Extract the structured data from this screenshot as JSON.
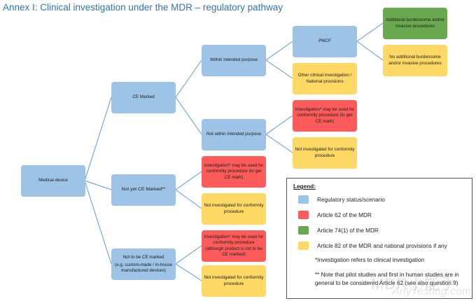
{
  "title": "Annex I: Clinical investigation under the MDR – regulatory pathway",
  "colors": {
    "regulatory_status": "#9DC3E6",
    "article_62": "#FF5B5B",
    "article_74": "#6AA84F",
    "article_82": "#FFD966",
    "connector": "#5B9BD5",
    "title": "#2E75B6"
  },
  "nodes": {
    "medical_device": "Medical device",
    "ce_marked": "CE Marked",
    "not_yet_ce_marked": "Not yet CE Marked**",
    "not_to_be_ce_marked": "Not to be CE marked",
    "not_to_be_ce_marked_sub": "(e.g. custom-made / in-house manufactured devices)",
    "within_intended_purpose": "Within intended purpose",
    "not_within_intended_purpose": "Not within intended purpose",
    "pmcf": "PMCF",
    "other_clinical": "Other clinical investigation / National provisions",
    "additional_burdensome": "Additional burdensome and/or invasive procedures",
    "no_additional_burdensome": "No additional burdensome and/or invasive procedures",
    "nwip_investigation": "Investigation* may be used for conformity procedure (to get CE mark)",
    "nwip_not_investigated": "Not investigated for conformity procedure",
    "nyce_investigation": "Investigation* may be used for conformity procedure (to get CE mark)",
    "nyce_not_investigated": "Not investigated for conformity procedure",
    "ntbce_investigation": "Investigation* may be used for conformity procedure (although product is not to be CE marked)",
    "ntbce_not_investigated": "Not investigated for conformity procedure"
  },
  "legend": {
    "title": "Legend:",
    "items": [
      {
        "label": "Regulatory status/scenario",
        "color": "#9DC3E6"
      },
      {
        "label": "Article 62 of the MDR",
        "color": "#FF5B5B"
      },
      {
        "label": "Article 74(1) of the MDR",
        "color": "#6AA84F"
      },
      {
        "label": "Article 82 of the MDR and national provisions if any",
        "color": "#FFD966"
      }
    ],
    "note1": "*Investigation refers to clinical investigation",
    "note2": "** Note that pilot studies and first in human studies are in general to be considered Article 62 (see also question 9)"
  },
  "watermark": {
    "text1": "MDR小能手",
    "text2": "AnyTesting.com"
  }
}
